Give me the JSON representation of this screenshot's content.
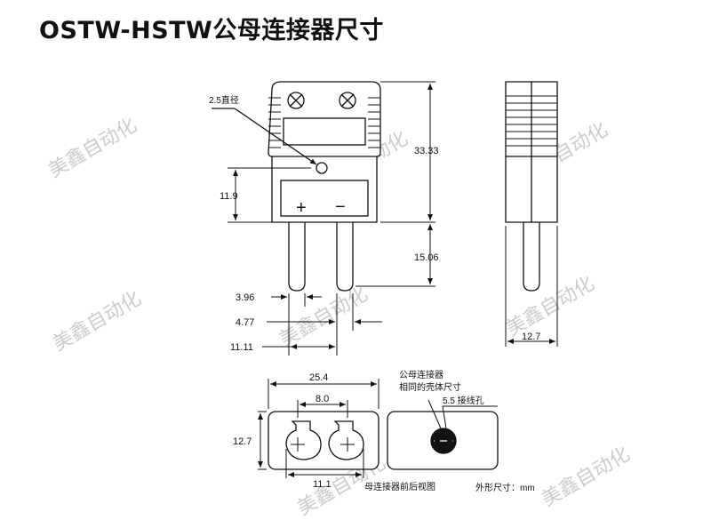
{
  "title": "OSTW-HSTW公母连接器尺寸",
  "watermark": "美鑫自动化",
  "front_view": {
    "hole_label": "2.5直径",
    "height_total": "33.33",
    "height_lower": "11.9",
    "pin_length": "15.06",
    "pin_dia": "3.96",
    "pin_gap": "4.77",
    "pin_span": "11.11",
    "plus_sign": "+",
    "minus_sign": "−"
  },
  "side_view": {
    "width": "12.7"
  },
  "rear_view": {
    "width": "25.4",
    "hole_spacing": "8.0",
    "height": "12.7",
    "hole_span": "11.1",
    "caption": "母连接器前后视图"
  },
  "housing_view": {
    "note_line1": "公母连接器",
    "note_line2": "相同的壳体尺寸",
    "hole_label": "5.5 接线孔"
  },
  "unit_note": "外形尺寸：mm",
  "colors": {
    "ink": "#111111",
    "watermark": "#cccccc",
    "hole": "#111111"
  }
}
